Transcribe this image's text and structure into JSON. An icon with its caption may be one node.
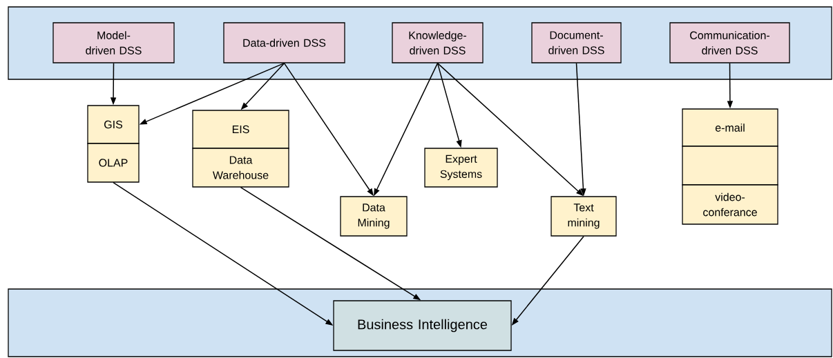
{
  "diagram": {
    "nodes": [
      {
        "text": [],
        "shape": "band"
      },
      {
        "text": [
          "Model-driven DSS"
        ],
        "in": 0
      },
      {
        "text": [
          "Data-driven DSS"
        ],
        "in": 0
      },
      {
        "text": [
          "Knowledge-driven DSS"
        ],
        "in": 0
      },
      {
        "text": [
          "Document-driven DSS"
        ],
        "in": 0
      },
      {
        "text": [
          "Communication-driven DSS"
        ],
        "in": 0
      },
      {
        "text": [
          "GIS"
        ]
      },
      {
        "text": [
          "OLAP"
        ]
      },
      {
        "text": [
          "EIS"
        ]
      },
      {
        "text": [
          "Data Warehouse"
        ]
      },
      {
        "text": [
          "Data Mining"
        ]
      },
      {
        "text": [
          "Expert Systems"
        ]
      },
      {
        "text": [
          "Text mining"
        ]
      },
      {
        "text": [
          "e-mail"
        ]
      },
      {
        "text": [],
        "shape": "box"
      },
      {
        "text": [
          "video-conferance"
        ]
      },
      {
        "text": [],
        "shape": "band"
      },
      {
        "text": [
          "Business Intelligence"
        ],
        "in": 16
      }
    ],
    "edges": [
      {
        "from": 1,
        "to": 6,
        "arrow": "to"
      },
      {
        "from": 2,
        "to": 6,
        "arrow": "to"
      },
      {
        "from": 2,
        "to": 8,
        "arrow": "to"
      },
      {
        "from": 2,
        "to": 10,
        "arrow": "to"
      },
      {
        "from": 3,
        "to": 10,
        "arrow": "to"
      },
      {
        "from": 3,
        "to": 11,
        "arrow": "to"
      },
      {
        "from": 3,
        "to": 12,
        "arrow": "to"
      },
      {
        "from": 4,
        "to": 12,
        "arrow": "to"
      },
      {
        "from": 5,
        "to": 13,
        "arrow": "to"
      },
      {
        "from": 7,
        "to": 17,
        "arrow": "to"
      },
      {
        "from": 9,
        "to": 17,
        "arrow": "to"
      },
      {
        "from": 12,
        "to": 17,
        "arrow": "to"
      }
    ]
  }
}
